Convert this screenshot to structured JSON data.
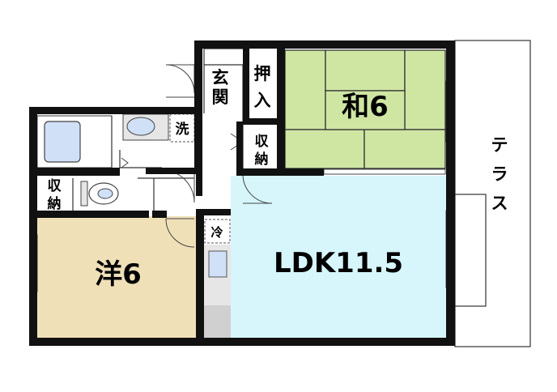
{
  "rooms": {
    "washitsu": "和6",
    "youshitsu": "洋6",
    "ldk": "LDK11.5"
  },
  "labels": {
    "genkan": [
      "玄",
      "関"
    ],
    "oshiire": [
      "押",
      "入"
    ],
    "shuunou_hall": [
      "収",
      "納"
    ],
    "shuunou_left": [
      "収",
      "納"
    ],
    "sentaku": "洗",
    "reizouko": "冷",
    "terrace": [
      "テ",
      "ラ",
      "ス"
    ]
  },
  "colors": {
    "washitsu_fill": "#cfe6a3",
    "youshitsu_fill": "#efe0b8",
    "ldk_fill": "#d6f6fb",
    "bath_fill": "#cfe0f7",
    "kitchen_fill": "#d0d0d0",
    "wall": "#111111"
  }
}
